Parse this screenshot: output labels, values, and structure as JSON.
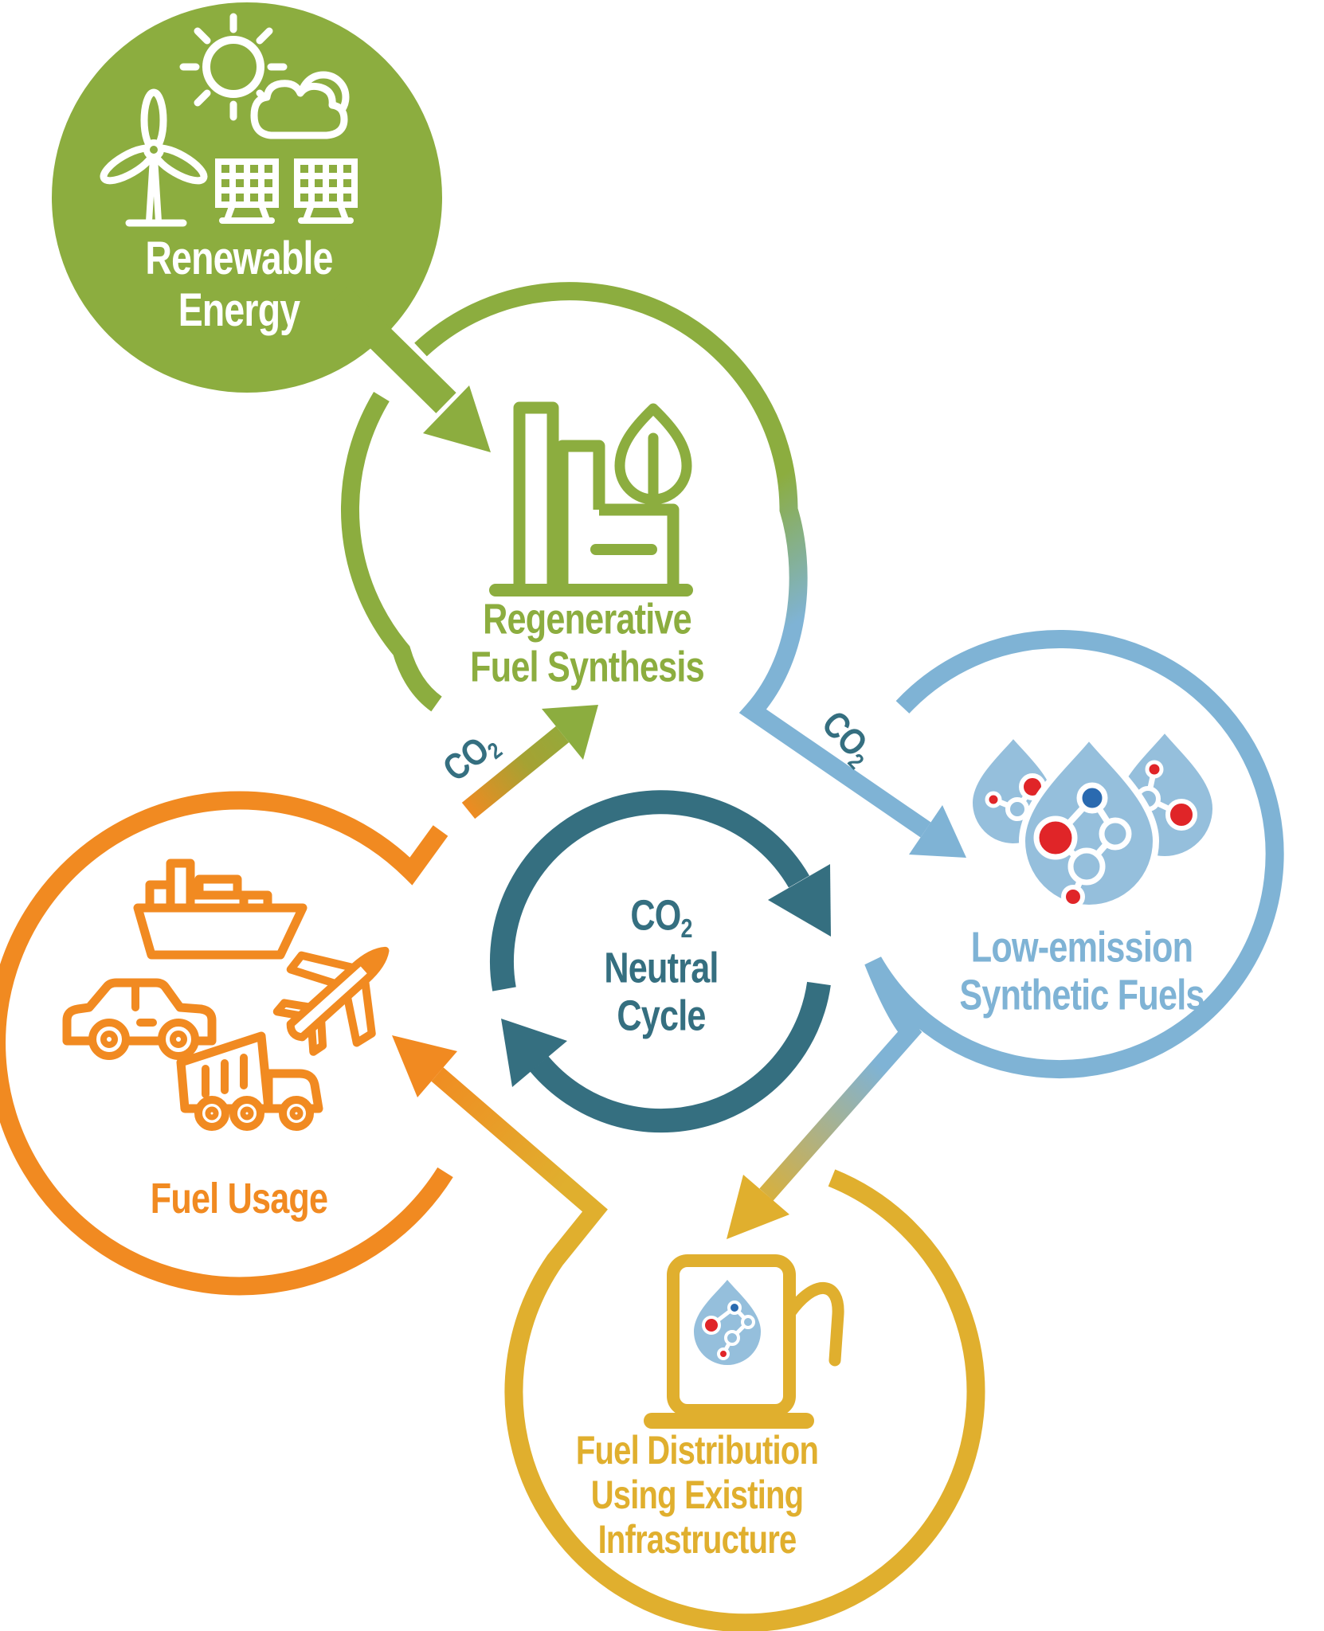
{
  "title": "CO2 Neutral Cycle diagram",
  "nodes": {
    "renewable": {
      "line1": "Renewable",
      "line2": "Energy"
    },
    "synthesis": {
      "line1": "Regenerative",
      "line2": "Fuel Synthesis"
    },
    "fuels": {
      "line1": "Low-emission",
      "line2": "Synthetic Fuels"
    },
    "usage": {
      "label": "Fuel Usage"
    },
    "distribution": {
      "line1": "Fuel Distribution",
      "line2": "Using Existing",
      "line3": "Infrastructure"
    }
  },
  "center": {
    "co2_main": "CO",
    "co2_sub": "2",
    "line2": "Neutral",
    "line3": "Cycle"
  },
  "arrow_labels": {
    "left": {
      "main": "CO",
      "sub": "2"
    },
    "right": {
      "main": "CO",
      "sub": "2"
    }
  },
  "colors": {
    "green": "#8CAD3F",
    "light_blue": "#7FB3D5",
    "teal": "#356F80",
    "orange": "#F18A21",
    "yellow": "#E0AF2E",
    "red": "#E02528",
    "molecule_blue": "#2A6AB0",
    "droplet_fill": "#95BFDC",
    "white": "#FFFFFF"
  },
  "icons": [
    "sun-icon",
    "cloud-icon",
    "wind-turbine-icon",
    "solar-panel-icon",
    "factory-icon",
    "leaf-icon",
    "fuel-droplets-icon",
    "molecule-icon",
    "ship-icon",
    "airplane-icon",
    "car-icon",
    "dump-truck-icon",
    "fuel-pump-icon",
    "recycle-arrows-icon"
  ]
}
